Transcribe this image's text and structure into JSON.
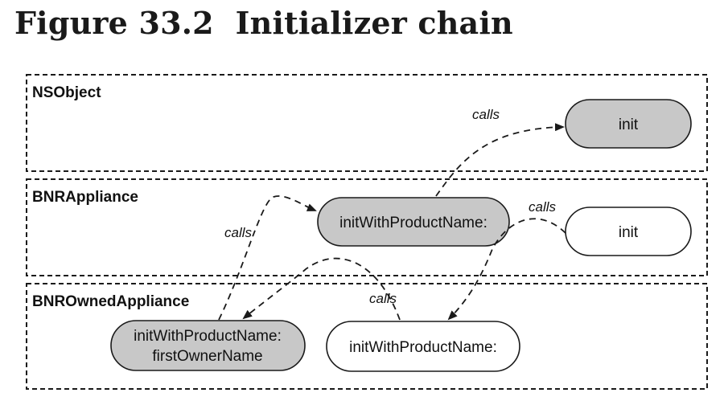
{
  "figure": {
    "title": "Figure 33.2  Initializer chain"
  },
  "classes": {
    "nsobject": {
      "label": "NSObject"
    },
    "bnr_appliance": {
      "label": "BNRAppliance"
    },
    "bnr_owned_appliance": {
      "label": "BNROwnedAppliance"
    }
  },
  "nodes": {
    "nsobject_init": {
      "label": "init",
      "style": "grey"
    },
    "appliance_init_with_product_name": {
      "label": "initWithProductName:",
      "style": "grey"
    },
    "appliance_init": {
      "label": "init",
      "style": "white"
    },
    "owned_init_with_owner": {
      "line1": "initWithProductName:",
      "line2": "firstOwnerName",
      "style": "grey"
    },
    "owned_init_with_product_name": {
      "label": "initWithProductName:",
      "style": "white"
    }
  },
  "edges": [
    {
      "from": "appliance_init_with_product_name",
      "to": "nsobject_init",
      "label": "calls"
    },
    {
      "from": "owned_init_with_owner",
      "to": "appliance_init_with_product_name",
      "label": "calls"
    },
    {
      "from": "appliance_init",
      "to": "owned_init_with_product_name",
      "label": "calls"
    },
    {
      "from": "owned_init_with_product_name",
      "to": "owned_init_with_owner",
      "label": "calls"
    }
  ],
  "colors": {
    "grey_fill": "#c8c8c8",
    "white_fill": "#ffffff",
    "stroke": "#1a1a1a"
  }
}
